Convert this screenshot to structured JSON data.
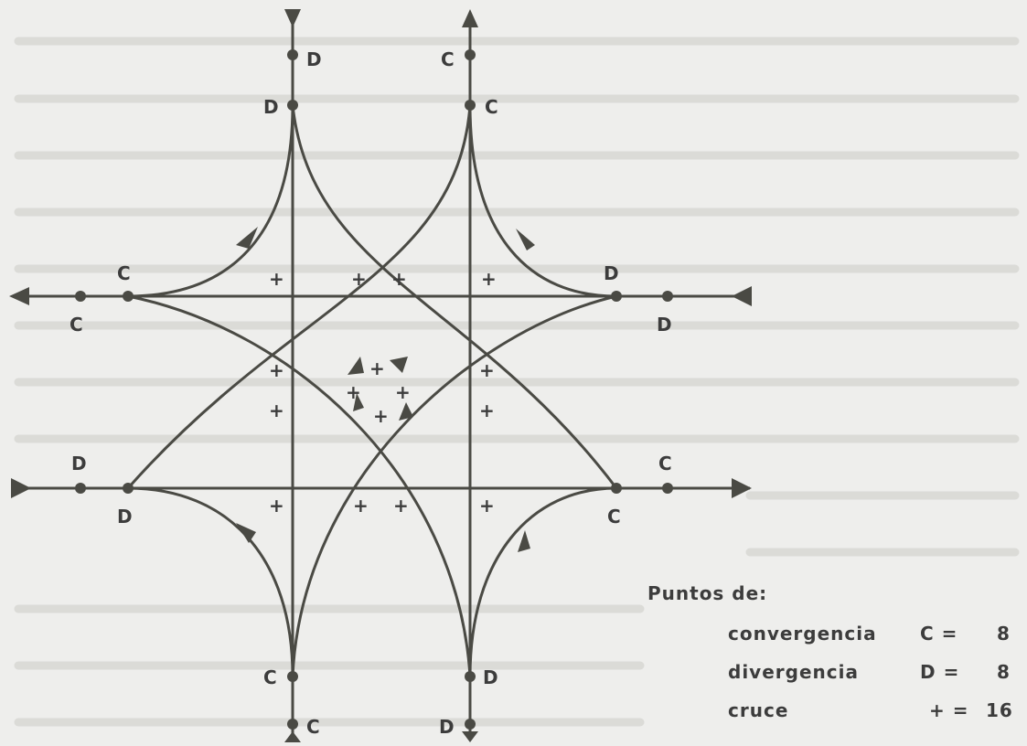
{
  "colors": {
    "line": "#4a4a44",
    "paper": "#eeeeec",
    "ink": "#3c3c3c",
    "bg_text": "#d6d6d2"
  },
  "legend": {
    "title": "Puntos de:",
    "rows": [
      {
        "label": "convergencia",
        "symbol": "C =",
        "value": "8"
      },
      {
        "label": "divergencia",
        "symbol": "D =",
        "value": "8"
      },
      {
        "label": "cruce",
        "symbol": "+ =",
        "value": "16"
      }
    ]
  },
  "point_labels": {
    "C": "C",
    "D": "D",
    "plus": "+"
  }
}
